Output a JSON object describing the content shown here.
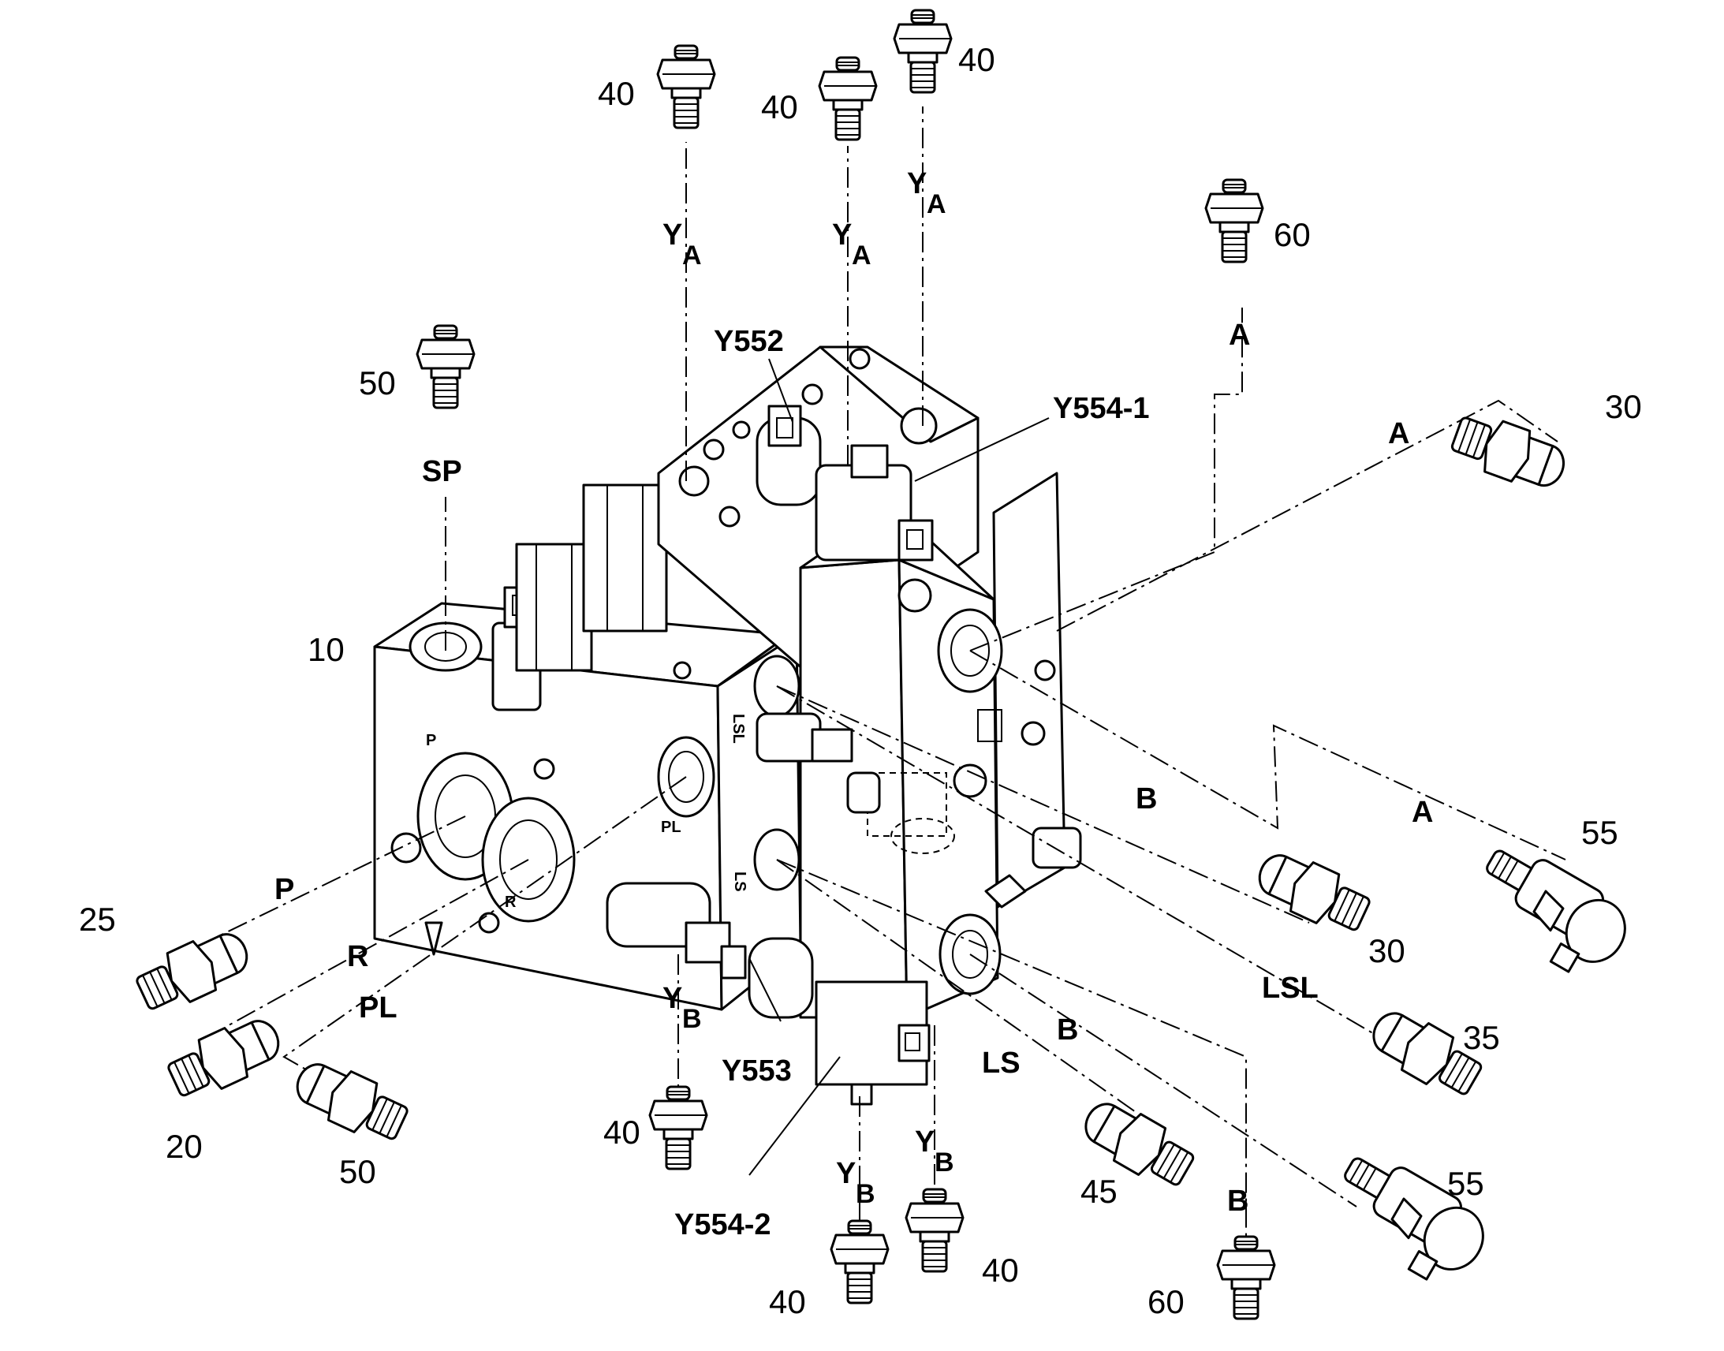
{
  "labels": {
    "item_10": "10",
    "item_20": "20",
    "item_25": "25",
    "item_30_right": "30",
    "item_30_lower": "30",
    "item_35": "35",
    "item_40_top_left": "40",
    "item_40_top_mid": "40",
    "item_40_top_right": "40",
    "item_40_bottom_left": "40",
    "item_40_bottom_mid": "40",
    "item_40_bottom_right": "40",
    "item_45": "45",
    "item_50_top": "50",
    "item_50_bottom": "50",
    "item_55_upper": "55",
    "item_55_lower": "55",
    "item_60_top": "60",
    "item_60_bottom": "60"
  },
  "ports": {
    "sp": "SP",
    "p": "P",
    "r": "R",
    "pl": "PL",
    "ls": "LS",
    "lsl": "LSL",
    "a_top": "A",
    "a_right": "A",
    "a_lower": "A",
    "b_mid": "B",
    "b_lower": "B",
    "b_bottom": "B",
    "ya_1": "Y",
    "ya_1_sub": "A",
    "ya_2": "Y",
    "ya_2_sub": "A",
    "ya_3": "Y",
    "ya_3_sub": "A",
    "yb_1": "Y",
    "yb_1_sub": "B",
    "yb_2": "Y",
    "yb_2_sub": "B",
    "yb_3": "Y",
    "yb_3_sub": "B"
  },
  "components": {
    "y552": "Y552",
    "y553": "Y553",
    "y554_1": "Y554-1",
    "y554_2": "Y554-2"
  },
  "body_markings": {
    "p": "P",
    "r": "R",
    "pl": "PL",
    "lsl": "LSL",
    "ls": "LS"
  }
}
